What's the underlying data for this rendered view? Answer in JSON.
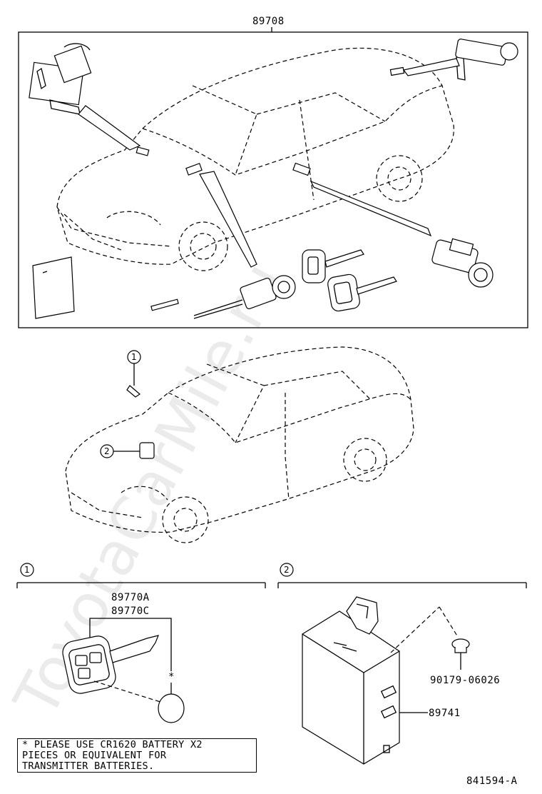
{
  "top_group_label": "89708",
  "callouts": {
    "ref1": "1",
    "ref2": "2"
  },
  "detail1": {
    "ref": "1",
    "part_a": "89770A",
    "part_c": "89770C",
    "asterisk": "*"
  },
  "detail2": {
    "ref": "2",
    "part_clip": "90179-06026",
    "part_module": "89741"
  },
  "note": {
    "line1": "* PLEASE USE CR1620 BATTERY X2",
    "line2": "  PIECES OR EQUIVALENT FOR",
    "line3": "  TRANSMITTER BATTERIES."
  },
  "diagram_id": "841594-A",
  "watermark": "ToyotaCarMile.ru"
}
